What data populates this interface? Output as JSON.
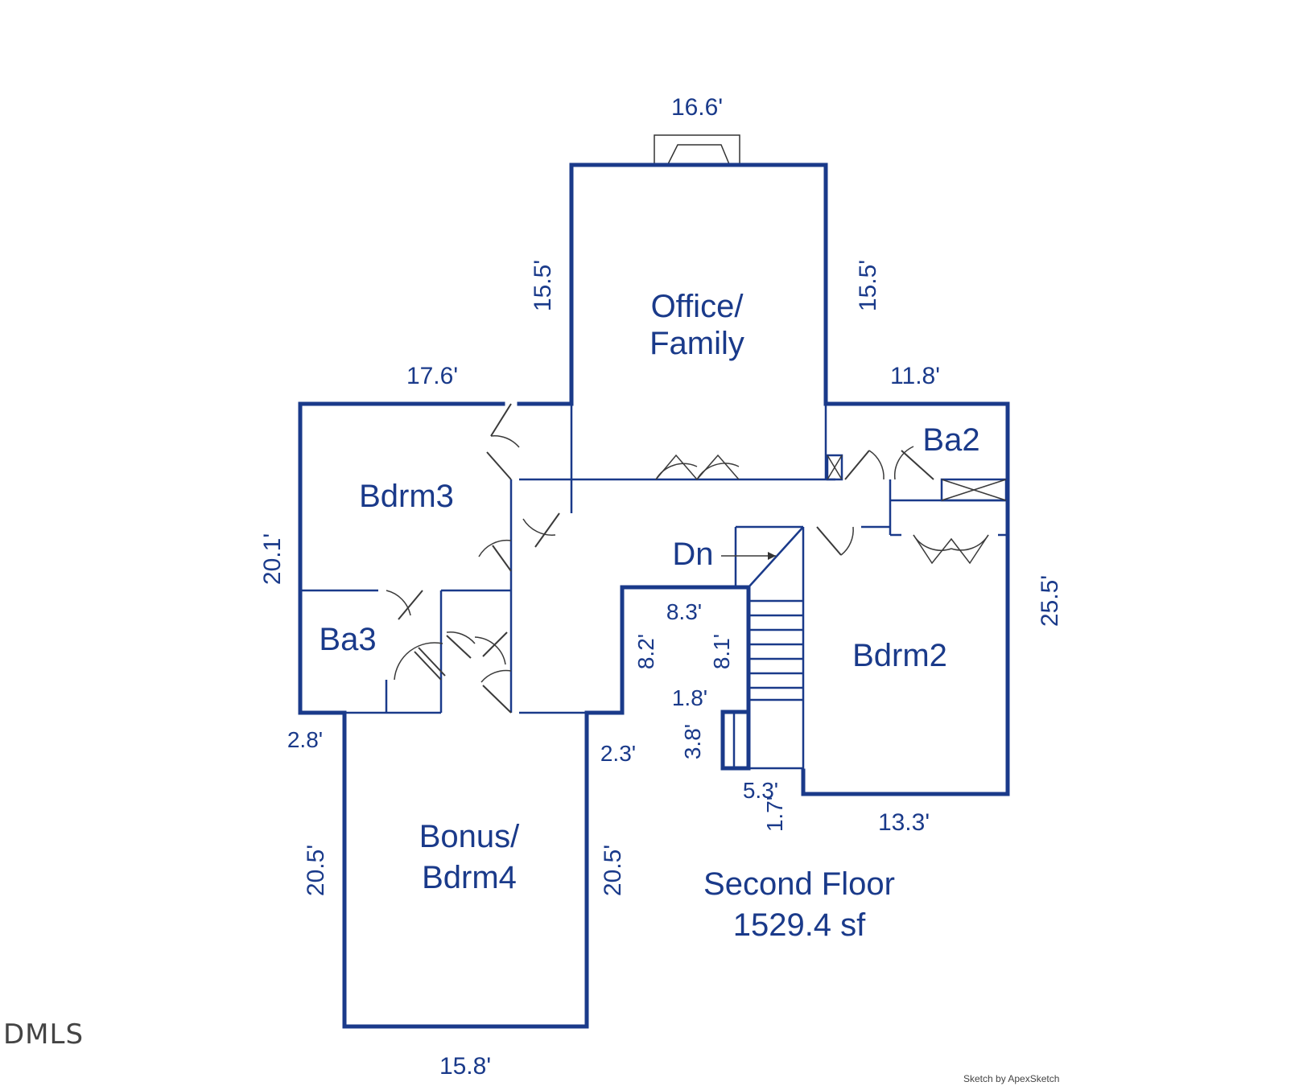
{
  "plan": {
    "title": "Second Floor",
    "area": "1529.4 sf",
    "rooms": {
      "office": [
        "Office/",
        "Family"
      ],
      "bdrm3": "Bdrm3",
      "ba3": "Ba3",
      "ba2": "Ba2",
      "bdrm2": "Bdrm2",
      "bonus": [
        "Bonus/",
        "Bdrm4"
      ],
      "stairs": "Dn"
    },
    "dimensions": {
      "office_top": "16.6'",
      "office_left": "15.5'",
      "office_right": "15.5'",
      "bdrm3_top": "17.6'",
      "ba2_top": "11.8'",
      "left_wall": "20.1'",
      "right_wall": "25.5'",
      "hall_top": "8.3'",
      "hall_left": "8.2'",
      "stair_side": "8.1'",
      "landing_top": "1.8'",
      "landing_side": "3.8'",
      "landing_bottom": "5.3'",
      "stair_notch": "1.7'",
      "bdrm2_bottom": "13.3'",
      "ba3_jog": "2.8'",
      "bonus_jog": "2.3'",
      "bonus_left": "20.5'",
      "bonus_right": "20.5'",
      "bonus_bottom": "15.8'"
    }
  },
  "watermark": "DMLS",
  "credit": "Sketch by ApexSketch",
  "colors": {
    "wall": "#1a3a8a",
    "text": "#1a3a8a"
  }
}
